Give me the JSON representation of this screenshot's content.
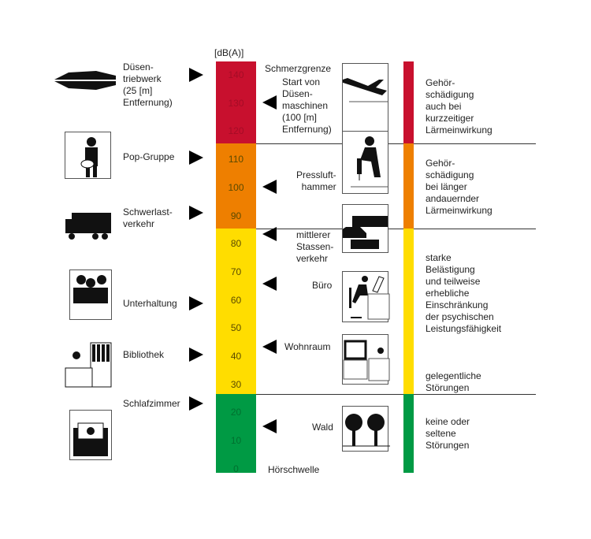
{
  "scale": {
    "unit": "[dB(A)]",
    "ticks": [
      "140",
      "130",
      "120",
      "110",
      "100",
      "90",
      "80",
      "70",
      "60",
      "50",
      "40",
      "30",
      "20",
      "10",
      "0"
    ],
    "colors": {
      "red": "#c8102e",
      "orange": "#ee7f00",
      "yellow": "#ffdd00",
      "green": "#009a44"
    }
  },
  "left_items": [
    {
      "label": "Düsen-\ntriebwerk\n(25 [m]\nEntfernung)",
      "icon": "jet-engine-icon"
    },
    {
      "label": "Pop-Gruppe",
      "icon": "pop-group-icon"
    },
    {
      "label": "Schwerlast-\nverkehr",
      "icon": "truck-icon"
    },
    {
      "label": "Unterhaltung",
      "icon": "conversation-icon"
    },
    {
      "label": "Bibliothek",
      "icon": "library-icon"
    },
    {
      "label": "Schlafzimmer",
      "icon": "bed-icon"
    }
  ],
  "right_items": [
    {
      "label": "Start von\nDüsen-\nmaschinen\n(100 [m]\nEntfernung)",
      "icon": "airplane-icon"
    },
    {
      "label": "Pressluft-\nhammer",
      "icon": "jackhammer-icon"
    },
    {
      "label": "mittlerer\nStassen-\nverkehr",
      "icon": "traffic-icon"
    },
    {
      "label": "Büro",
      "icon": "office-icon"
    },
    {
      "label": "Wohnraum",
      "icon": "living-room-icon"
    },
    {
      "label": "Wald",
      "icon": "forest-icon"
    }
  ],
  "thresholds": {
    "top": "Schmerzgrenze",
    "bottom": "Hörschwelle"
  },
  "effects": [
    "Gehör-\nschädigung\nauch bei\nkurzzeitiger\nLärmeinwirkung",
    "Gehör-\nschädigung\nbei länger\nandauernder\nLärmeinwirkung",
    "starke\nBelästigung\nund teilweise\nerhebliche\nEinschränkung\nder psychischen\nLeistungsfähigkeit",
    "gelegentliche\nStörungen",
    "keine oder\nseltene\nStörungen"
  ]
}
